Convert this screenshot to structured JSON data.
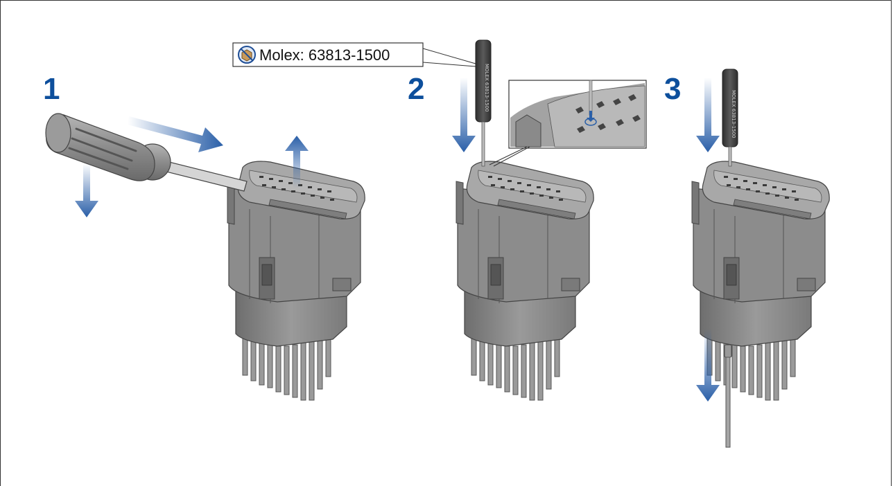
{
  "steps": [
    {
      "number": "1"
    },
    {
      "number": "2"
    },
    {
      "number": "3"
    }
  ],
  "tool_callout": {
    "label": "Molex: 63813-1500",
    "icon": "tool-package-icon",
    "engraving": "MOLEX 63813-1500"
  },
  "colors": {
    "step_number": "#0d4f9c",
    "arrow": "#2a5fa8",
    "connector_body": "#8a8a8a",
    "connector_dark": "#5f5f5f",
    "tool": "#3a3a3a"
  }
}
